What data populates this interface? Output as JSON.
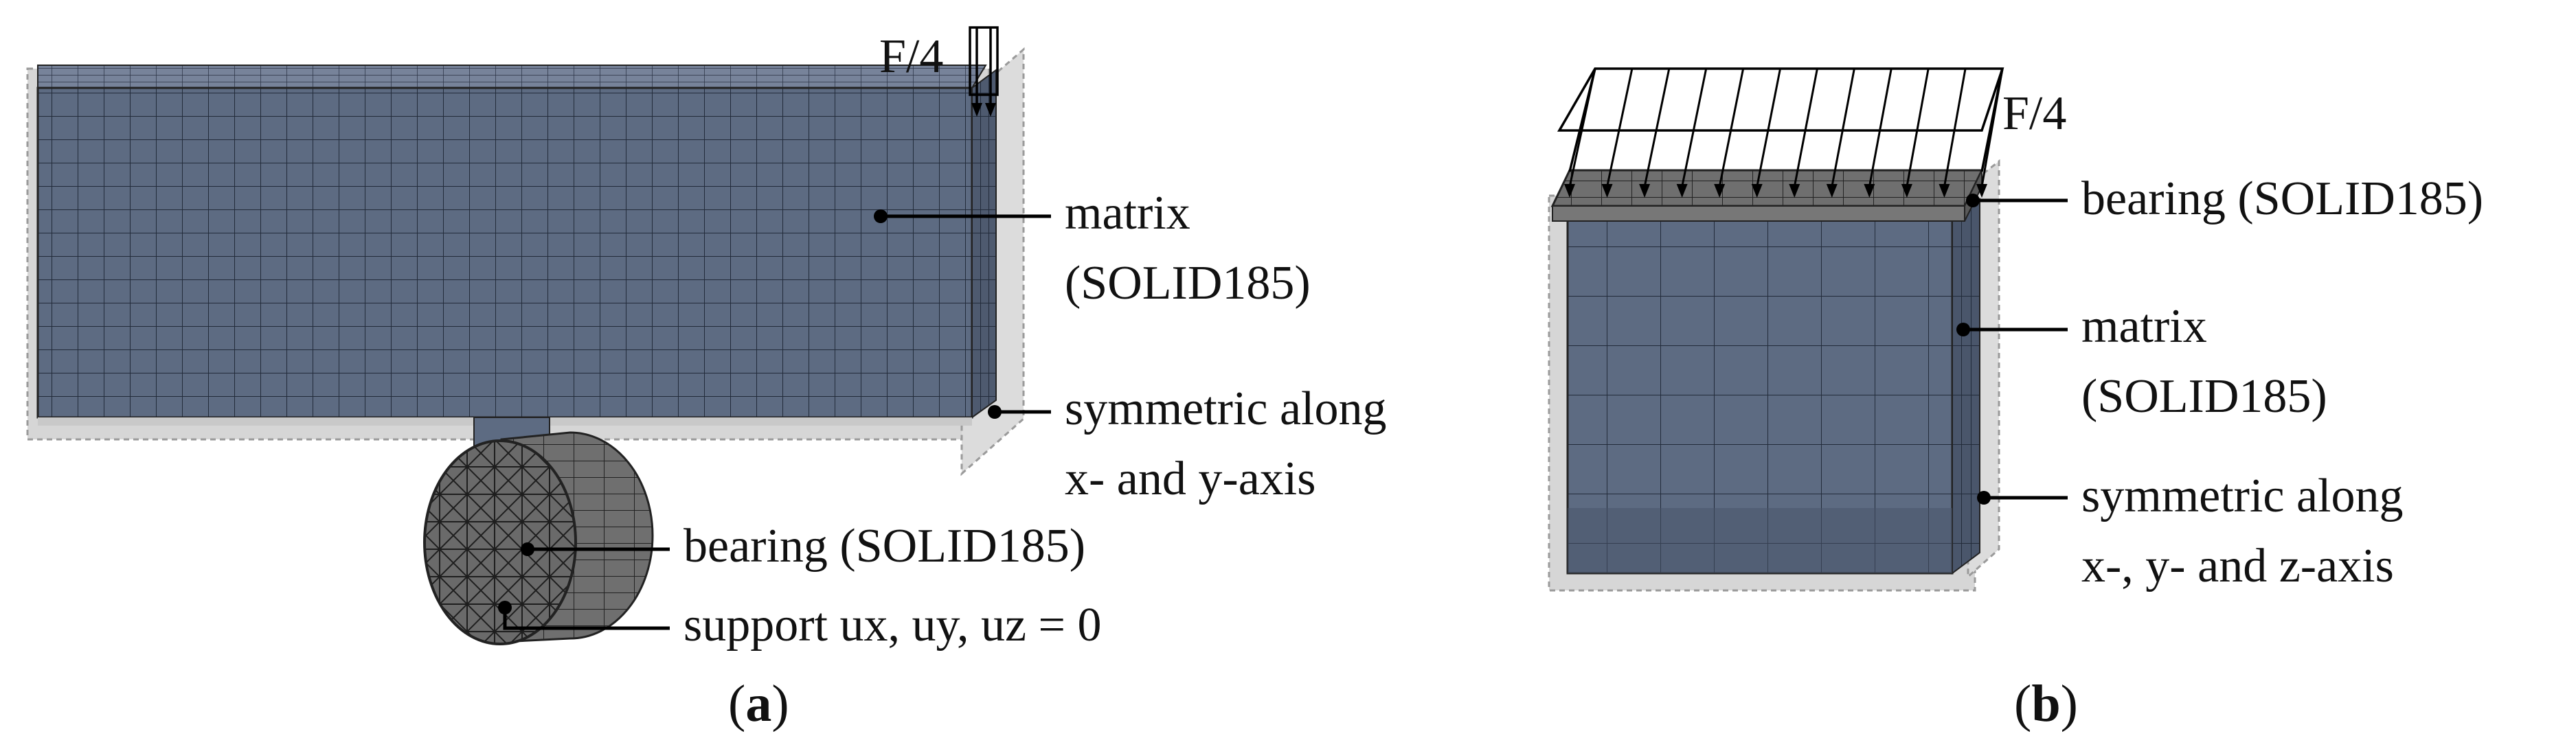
{
  "panel_a": {
    "load_label": "F/4",
    "callouts": {
      "matrix_line1": "matrix",
      "matrix_line2": "(SOLID185)",
      "symmetric_line1": "symmetric along",
      "symmetric_line2": "x- and y-axis",
      "bearing": "bearing (SOLID185)",
      "support": "support ux, uy, uz = 0"
    },
    "caption": {
      "open": "(",
      "letter": "a",
      "close": ")"
    }
  },
  "panel_b": {
    "load_label": "F/4",
    "callouts": {
      "bearing": "bearing (SOLID185)",
      "matrix_line1": "matrix",
      "matrix_line2": "(SOLID185)",
      "symmetric_line1": "symmetric along",
      "symmetric_line2": "x-, y- and z-axis"
    },
    "caption": {
      "open": "(",
      "letter": "b",
      "close": ")"
    }
  },
  "colors": {
    "mesh_face": "#5d6b82",
    "mesh_face_dark": "#4f5c72",
    "mesh_top": "#79859a",
    "bearing_gray": "#6c6c6c",
    "symmetry_plane": "#d4d4d4"
  }
}
